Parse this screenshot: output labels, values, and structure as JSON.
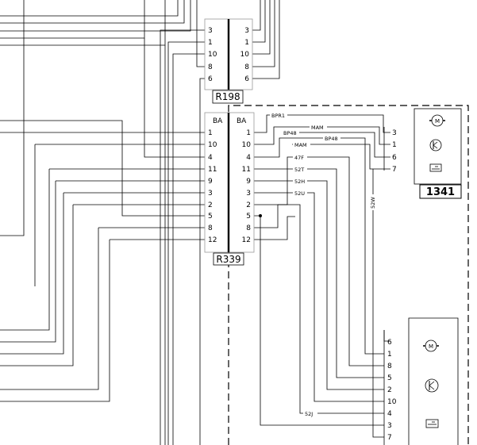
{
  "diagram": {
    "connectors": {
      "r198": {
        "name": "R198",
        "left_pins": [
          "3",
          "1",
          "10",
          "8",
          "6"
        ],
        "right_pins": [
          "3",
          "1",
          "10",
          "8",
          "6"
        ]
      },
      "r339": {
        "name": "R339",
        "left_header": "BA",
        "right_header": "BA",
        "left_pins": [
          "1",
          "10",
          "4",
          "11",
          "9",
          "3",
          "2",
          "5",
          "8",
          "12"
        ],
        "right_pins": [
          "1",
          "10",
          "4",
          "11",
          "9",
          "3",
          "2",
          "5",
          "8",
          "12"
        ]
      }
    },
    "module_1341": {
      "ref": "1341",
      "pins": [
        "3",
        "1",
        "6",
        "7"
      ],
      "icons": [
        "motor-icon",
        "transistor-icon",
        "sensor-icon"
      ]
    },
    "module_lower": {
      "pins": [
        "6",
        "1",
        "8",
        "5",
        "2",
        "10",
        "4",
        "3",
        "7"
      ],
      "icons": [
        "motor-icon",
        "transistor-icon",
        "sensor-icon"
      ]
    },
    "wire_labels": [
      "BPR1",
      "MAM",
      "BP48",
      "MAM",
      "BP48",
      "47F",
      "52T",
      "52H",
      "52U",
      "52W",
      "52J"
    ],
    "motor_glyph": "M"
  }
}
